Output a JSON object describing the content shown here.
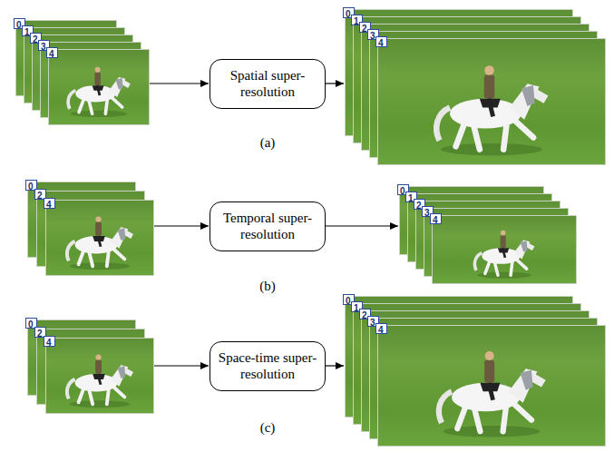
{
  "diagram": {
    "nodes": [
      {
        "text": [
          "0"
        ]
      },
      {
        "text": [
          "1"
        ]
      },
      {
        "text": [
          "2"
        ]
      },
      {
        "text": [
          "3"
        ]
      },
      {
        "text": [
          "4"
        ]
      },
      {
        "text": [
          "Spatial super-resolution"
        ]
      },
      {
        "text": [
          "0"
        ]
      },
      {
        "text": [
          "1"
        ]
      },
      {
        "text": [
          "2"
        ]
      },
      {
        "text": [
          "3"
        ]
      },
      {
        "text": [
          "4"
        ]
      },
      {
        "text": [
          "0"
        ]
      },
      {
        "text": [
          "2"
        ]
      },
      {
        "text": [
          "4"
        ]
      },
      {
        "text": [
          "Temporal super-resolution"
        ]
      },
      {
        "text": [
          "0"
        ]
      },
      {
        "text": [
          "1"
        ]
      },
      {
        "text": [
          "2"
        ]
      },
      {
        "text": [
          "3"
        ]
      },
      {
        "text": [
          "4"
        ]
      },
      {
        "text": [
          "0"
        ]
      },
      {
        "text": [
          "2"
        ]
      },
      {
        "text": [
          "4"
        ]
      },
      {
        "text": [
          "Space-time super-resolution"
        ]
      },
      {
        "text": [
          "0"
        ]
      },
      {
        "text": [
          "1"
        ]
      },
      {
        "text": [
          "2"
        ]
      },
      {
        "text": [
          "3"
        ]
      },
      {
        "text": [
          "4"
        ]
      }
    ],
    "edges": [
      {
        "from": 4,
        "to": 5,
        "arrow": "to"
      },
      {
        "from": 5,
        "to": 6,
        "arrow": "to"
      },
      {
        "from": 13,
        "to": 14,
        "arrow": "to"
      },
      {
        "from": 14,
        "to": 15,
        "arrow": "to"
      },
      {
        "from": 22,
        "to": 23,
        "arrow": "to"
      },
      {
        "from": 23,
        "to": 24,
        "arrow": "to"
      }
    ],
    "labels": [
      "(a)",
      "(b)",
      "(c)"
    ]
  }
}
